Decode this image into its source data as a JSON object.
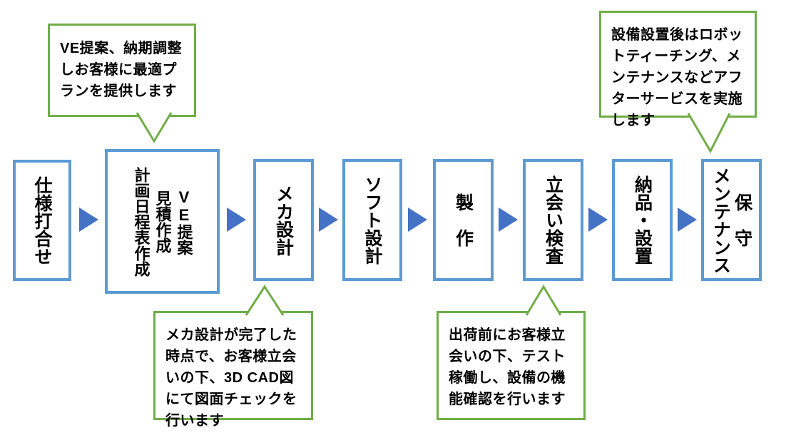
{
  "diagram": {
    "kind": "process-flow",
    "language": "ja",
    "flow": {
      "steps": [
        {
          "label": "仕様打合せ"
        },
        {
          "label": "VE提案\n見積作成\n計画日程表作成"
        },
        {
          "label": "メカ設計"
        },
        {
          "label": "ソフト設計"
        },
        {
          "label": "製　作"
        },
        {
          "label": "立会い検査"
        },
        {
          "label": "納品・設置"
        },
        {
          "label": "保　守\nメンテナンス"
        }
      ]
    },
    "callouts": [
      {
        "id": "top-left",
        "text": "VE提案、納期調整しお客様に最適プランを提供します"
      },
      {
        "id": "top-right",
        "text": "設備設置後はロボットティーチング、メンテナンスなどアフターサービスを実施します"
      },
      {
        "id": "bottom-left",
        "text": "メカ設計が完了した時点で、お客様立会いの下、3D CAD図にて図面チェックを行います"
      },
      {
        "id": "bottom-center",
        "text": "出荷前にお客様立会いの下、テスト稼働し、設備の機能確認を行います"
      }
    ],
    "colors": {
      "box_border": "#5B9BD5",
      "arrow_fill": "#4472C4",
      "callout_border": "#70AD47",
      "text": "#000000",
      "background": "#FFFFFF"
    }
  }
}
